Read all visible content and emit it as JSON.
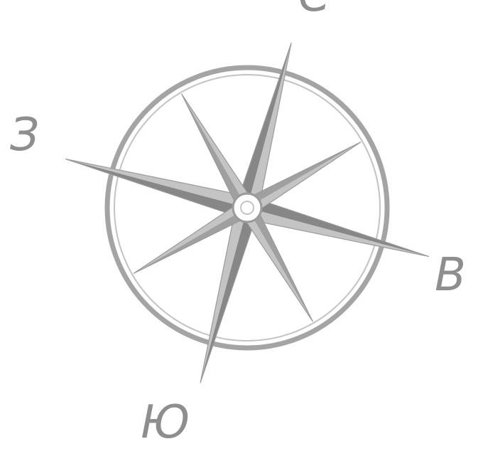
{
  "compass": {
    "labels": {
      "north": "С",
      "west": "З",
      "east": "В",
      "south": "Ю"
    },
    "colors": {
      "ring": "#a4a4a4",
      "ring_inner": "#c2c2c2",
      "ray_dark": "#878787",
      "ray_light": "#c4c4c4",
      "center_fill": "#ffffff",
      "label": "#8e8e8e"
    }
  }
}
